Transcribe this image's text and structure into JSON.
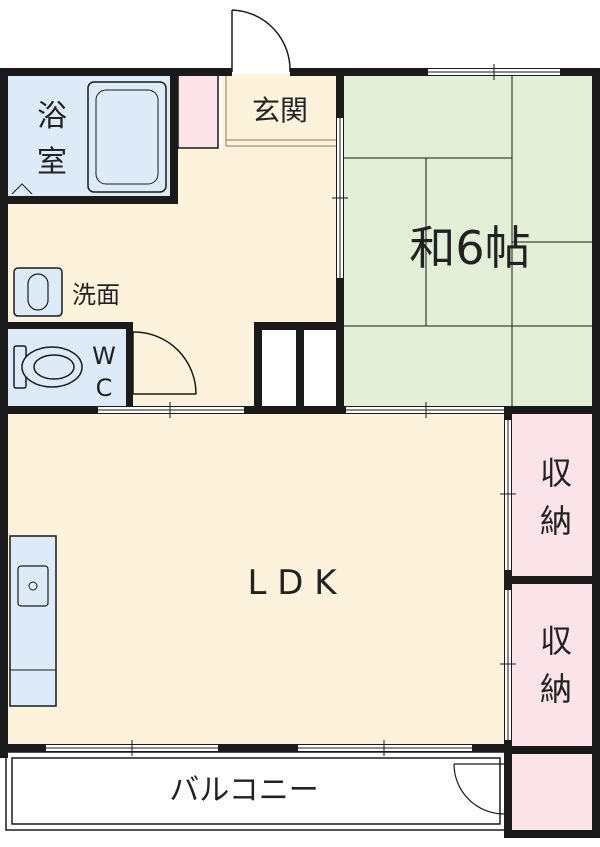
{
  "rooms": {
    "bath_line1": "浴",
    "bath_line2": "室",
    "entrance": "玄関",
    "washroom": "洗面",
    "wc_line1": "W",
    "wc_line2": "C",
    "washitsu": "和6帖",
    "ldk": "L D K",
    "storage1_line1": "収",
    "storage1_line2": "納",
    "storage2_line1": "収",
    "storage2_line2": "納",
    "balcony": "バルコニー"
  },
  "colors": {
    "wall": "#1a1a1a",
    "ldk_floor": "#fdf3dd",
    "washitsu_floor": "#e4efd8",
    "wet_area": "#dcebf7",
    "storage": "#fbe3ea",
    "balcony": "#ffffff"
  }
}
